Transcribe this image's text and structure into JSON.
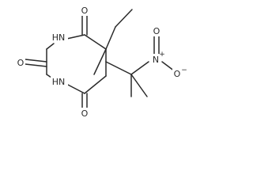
{
  "molecule": {
    "atoms": {
      "o_top": "O",
      "nh_upper": "HN",
      "o_left": "O",
      "nh_lower": "HN",
      "o_bottom": "O",
      "n_nitro": "N",
      "n_nitro_charge": "+",
      "o_nitro_top": "O",
      "o_nitro_right": "O",
      "o_nitro_charge": "−"
    }
  }
}
